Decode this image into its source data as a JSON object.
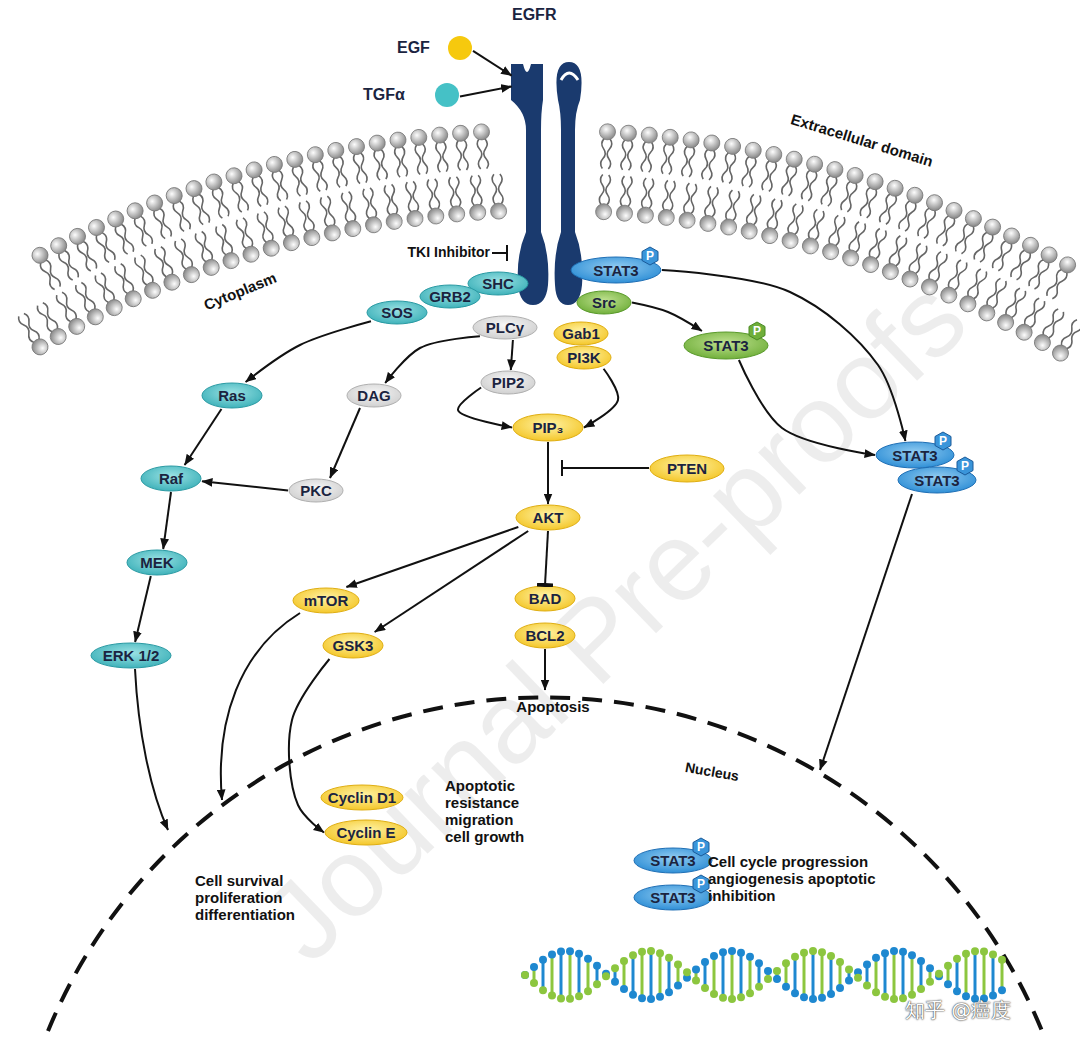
{
  "diagram": {
    "nodes": [
      {
        "text": [
          "EGF"
        ]
      },
      {
        "text": [
          "TGFα"
        ]
      },
      {
        "text": [
          "EGFR"
        ]
      },
      {
        "text": [
          "STAT3",
          "P"
        ]
      },
      {
        "text": [
          "SHC"
        ]
      },
      {
        "text": [
          "GRB2"
        ]
      },
      {
        "text": [
          "SOS"
        ]
      },
      {
        "text": [
          "Src"
        ]
      },
      {
        "text": [
          "PLCγ"
        ]
      },
      {
        "text": [
          "Gab1"
        ]
      },
      {
        "text": [
          "PI3K"
        ]
      },
      {
        "text": [
          "STAT3",
          "P"
        ]
      },
      {
        "text": [
          "Ras"
        ]
      },
      {
        "text": [
          "DAG"
        ]
      },
      {
        "text": [
          "PIP2"
        ]
      },
      {
        "text": [
          "PIP₃"
        ]
      },
      {
        "text": [
          "STAT3",
          "P"
        ]
      },
      {
        "text": [
          "STAT3",
          "P"
        ]
      },
      {
        "text": [
          "Raf"
        ]
      },
      {
        "text": [
          "PKC"
        ]
      },
      {
        "text": [
          "PTEN"
        ]
      },
      {
        "text": [
          "AKT"
        ]
      },
      {
        "text": [
          "MEK"
        ]
      },
      {
        "text": [
          "mTOR"
        ]
      },
      {
        "text": [
          "BAD"
        ]
      },
      {
        "text": [
          "GSK3"
        ]
      },
      {
        "text": [
          "BCL2"
        ]
      },
      {
        "text": [
          "ERK 1/2"
        ]
      },
      {
        "text": [
          "Cyclin D1"
        ]
      },
      {
        "text": [
          "Cyclin E"
        ]
      },
      {
        "text": [
          "STAT3",
          "P"
        ]
      },
      {
        "text": [
          "STAT3",
          "P"
        ]
      }
    ],
    "edges": [
      {
        "from": 0,
        "to": 2,
        "arrow": "to"
      },
      {
        "from": 1,
        "to": 2,
        "arrow": "to"
      },
      {
        "from": 6,
        "to": 12,
        "arrow": "to"
      },
      {
        "from": 8,
        "to": 13,
        "arrow": "to"
      },
      {
        "from": 8,
        "to": 14,
        "arrow": "to"
      },
      {
        "from": 14,
        "to": 15,
        "arrow": "to"
      },
      {
        "from": 10,
        "to": 15,
        "arrow": "to"
      },
      {
        "from": 13,
        "to": 19,
        "arrow": "to"
      },
      {
        "from": 19,
        "to": 18,
        "arrow": "to"
      },
      {
        "from": 12,
        "to": 18,
        "arrow": "to"
      },
      {
        "from": 18,
        "to": 22,
        "arrow": "to"
      },
      {
        "from": 22,
        "to": 27,
        "arrow": "to"
      },
      {
        "from": 15,
        "to": 21,
        "arrow": "to"
      },
      {
        "from": 21,
        "to": 23,
        "arrow": "to"
      },
      {
        "from": 21,
        "to": 25,
        "arrow": "to"
      },
      {
        "from": 21,
        "to": 24,
        "arrow": "to"
      },
      {
        "from": 25,
        "to": 29,
        "arrow": "to"
      },
      {
        "from": 7,
        "to": 11,
        "arrow": "to"
      },
      {
        "from": 3,
        "to": 16,
        "arrow": "to"
      },
      {
        "from": 11,
        "to": 16,
        "arrow": "to"
      }
    ],
    "labels": [
      "TKI Inhibitor",
      "Extracellular domain",
      "Cytoplasm",
      "Apoptosis",
      "Nucleus",
      "Apoptotic resistance migration cell growth",
      "Cell survival proliferation differentiation",
      "Cell cycle progression angiogenesis apoptotic inhibition",
      "Journal Pre-proofs",
      "知乎 @癌度"
    ]
  }
}
